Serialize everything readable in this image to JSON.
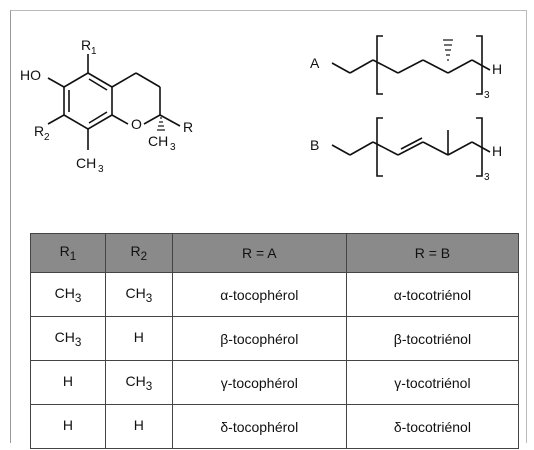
{
  "structure": {
    "ho": "HO",
    "r1": "R",
    "r1_sub": "1",
    "r2": "R",
    "r2_sub": "2",
    "ring_o": "O",
    "ch3_bottom": "CH",
    "ch3_bottom_sub": "3",
    "ch3_methyl": "CH",
    "ch3_methyl_sub": "3",
    "r": "R"
  },
  "chains": {
    "a_label": "A",
    "a_h": "H",
    "a_sub": "3",
    "b_label": "B",
    "b_h": "H",
    "b_sub": "3"
  },
  "table": {
    "headers": [
      {
        "main": "R",
        "sub": "1"
      },
      {
        "main": "R",
        "sub": "2"
      },
      {
        "main": "R = A",
        "sub": ""
      },
      {
        "main": "R = B",
        "sub": ""
      }
    ],
    "rows": [
      {
        "r1": "CH",
        "r1_sub": "3",
        "r2": "CH",
        "r2_sub": "3",
        "a": "α-tocophérol",
        "b": "α-tocotriénol"
      },
      {
        "r1": "CH",
        "r1_sub": "3",
        "r2": "H",
        "r2_sub": "",
        "a": "β-tocophérol",
        "b": "β-tocotriénol"
      },
      {
        "r1": "H",
        "r1_sub": "",
        "r2": "CH",
        "r2_sub": "3",
        "a": "γ-tocophérol",
        "b": "γ-tocotriénol"
      },
      {
        "r1": "H",
        "r1_sub": "",
        "r2": "H",
        "r2_sub": "",
        "a": "δ-tocophérol",
        "b": "δ-tocotriénol"
      }
    ]
  }
}
